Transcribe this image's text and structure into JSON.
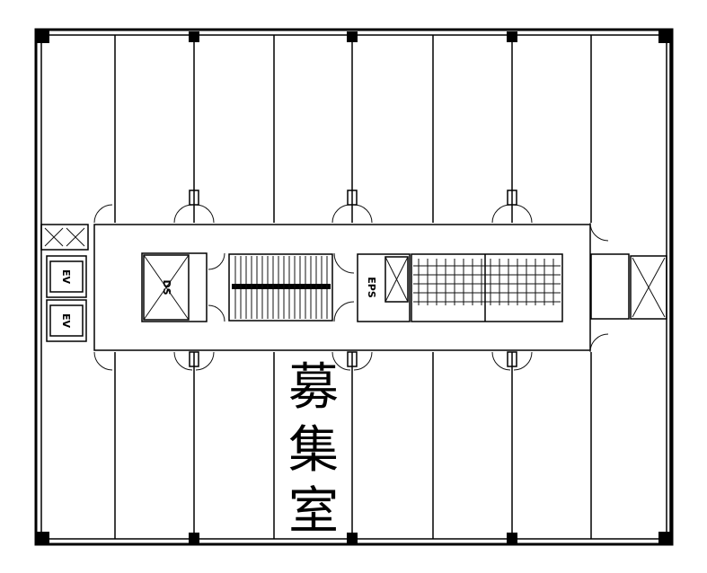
{
  "plan": {
    "vacancy_label_chars": [
      "募",
      "集",
      "室"
    ],
    "elevator_labels": [
      "EV",
      "EV"
    ],
    "eps_label": "EPS",
    "shaft_label": "DS",
    "colors": {
      "line": "#000000",
      "background": "#ffffff"
    }
  }
}
